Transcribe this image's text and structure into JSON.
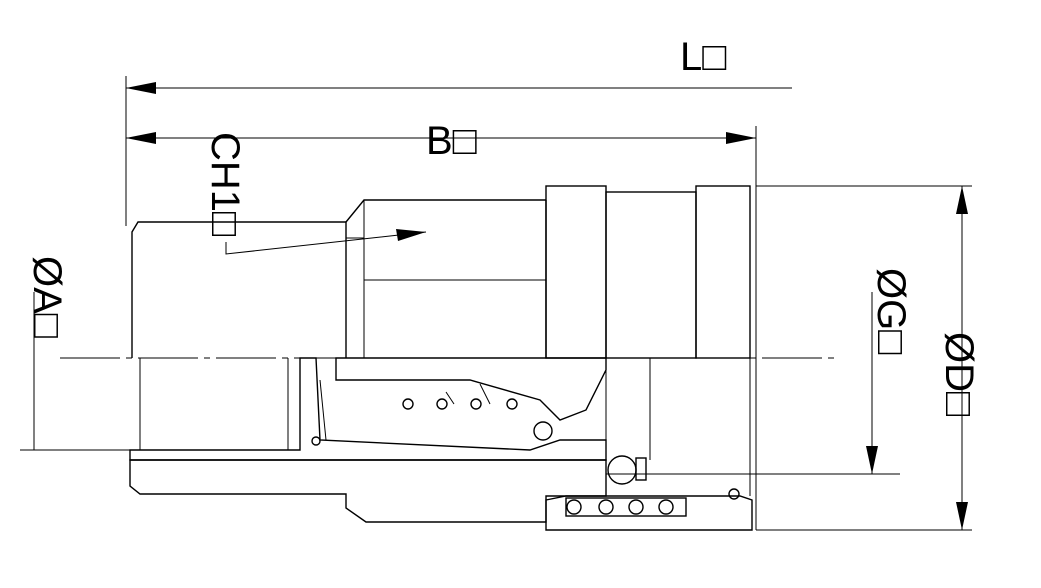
{
  "labels": {
    "length_overall": "L□",
    "length_body": "B□",
    "hex_size": "CH1□",
    "dia_a": "ØA□",
    "dia_g": "ØG□",
    "dia_d": "ØD□"
  },
  "colors": {
    "line": "#000000",
    "background": "#ffffff"
  }
}
